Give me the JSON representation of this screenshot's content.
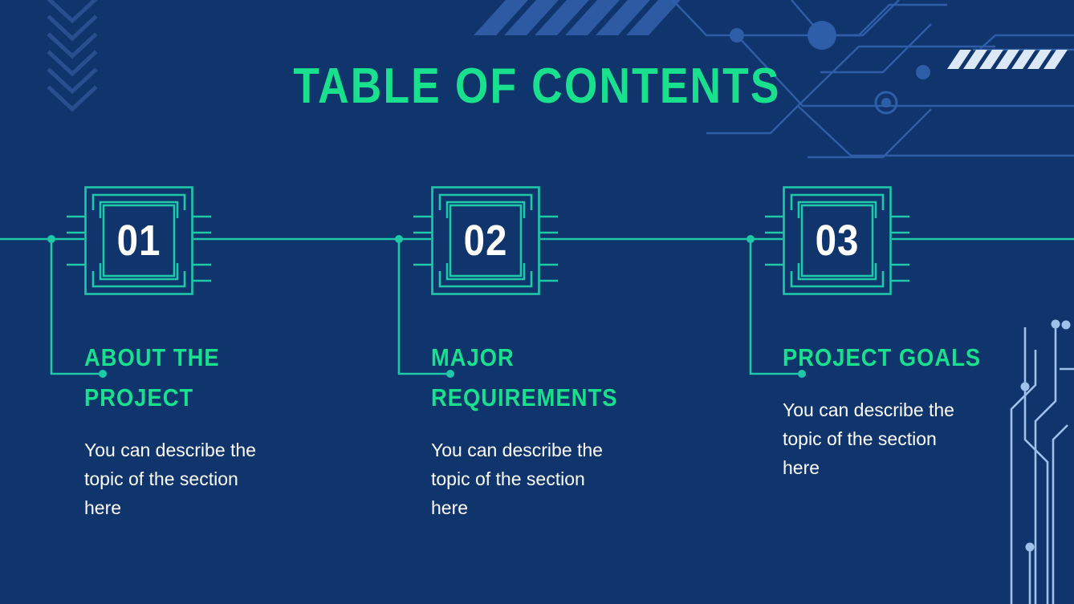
{
  "slide": {
    "title": "TABLE OF CONTENTS",
    "background_color": "#10346c",
    "accent_color": "#19e08d",
    "chip_line_color": "#1fc8a8",
    "trace_color": "#9fc0e8",
    "stripe_color": "#2e5ba3",
    "text_color": "#ffffff"
  },
  "sections": [
    {
      "number": "01",
      "heading": "ABOUT THE PROJECT",
      "body": "You can describe the topic of the section here"
    },
    {
      "number": "02",
      "heading": "MAJOR REQUIREMENTS",
      "body": "You can describe the topic of the section here"
    },
    {
      "number": "03",
      "heading": "PROJECT GOALS",
      "body": "You can describe the topic of the section here"
    }
  ]
}
